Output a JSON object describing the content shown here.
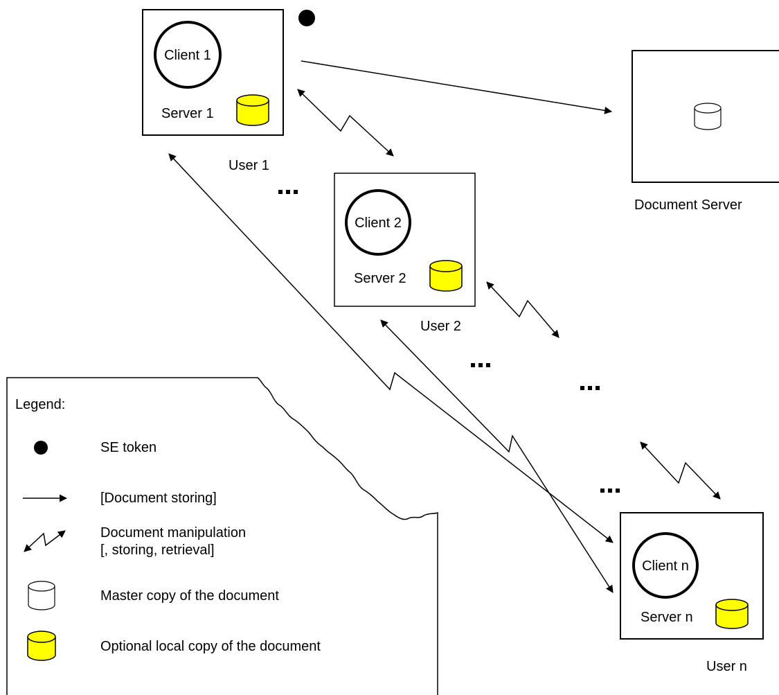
{
  "nodes": {
    "user1": {
      "client": "Client 1",
      "server": "Server 1",
      "user": "User 1"
    },
    "user2": {
      "client": "Client 2",
      "server": "Server 2",
      "user": "User 2"
    },
    "usern": {
      "client": "Client n",
      "server": "Server n",
      "user": "User n"
    },
    "document_server": {
      "label": "Document Server"
    }
  },
  "ellipsis": "...",
  "legend": {
    "title": "Legend:",
    "items": [
      {
        "icon": "filled-circle-icon",
        "text": "SE token"
      },
      {
        "icon": "arrow-icon",
        "text": "[Document storing]"
      },
      {
        "icon": "zigzag-double-arrow-icon",
        "line1": "Document manipulation",
        "line2": "[, storing, retrieval]"
      },
      {
        "icon": "white-cylinder-icon",
        "text": "Master copy of the document"
      },
      {
        "icon": "yellow-cylinder-icon",
        "text": "Optional local copy of the document"
      }
    ]
  },
  "colors": {
    "local_copy": "#ffff00",
    "master_copy": "#ffffff",
    "stroke": "#000000"
  }
}
